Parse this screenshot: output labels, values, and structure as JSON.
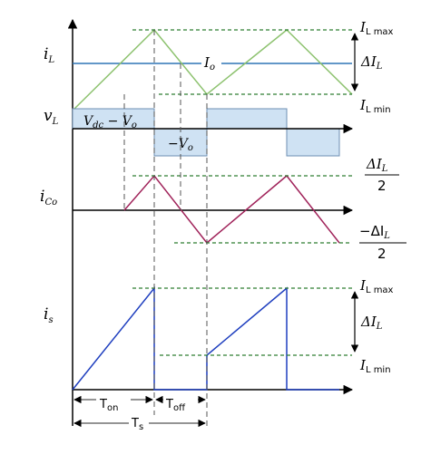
{
  "signals": {
    "i_l": {
      "main": "i",
      "sub": "L"
    },
    "v_l": {
      "main": "v",
      "sub": "L"
    },
    "i_co": {
      "main": "i",
      "sub": "Co"
    },
    "i_s": {
      "main": "i",
      "sub": "s"
    }
  },
  "levels": {
    "il_max": {
      "main": "I",
      "sub": "L max"
    },
    "il_min": {
      "main": "I",
      "sub": "L min"
    },
    "io": {
      "main": "I",
      "sub": "o"
    },
    "delta_il": {
      "main": "ΔI",
      "sub": "L"
    },
    "half_delta_pos": {
      "num_main": "ΔI",
      "num_sub": "L",
      "den": "2"
    },
    "half_delta_neg": {
      "num_main": "−ΔI",
      "num_sub": "L",
      "den": "2"
    },
    "is_max": {
      "main": "I",
      "sub": "L max"
    },
    "is_min": {
      "main": "I",
      "sub": "L min"
    },
    "is_delta": {
      "main": "ΔI",
      "sub": "L"
    }
  },
  "voltages": {
    "pos": {
      "a_main": "V",
      "a_sub": "dc",
      "minus": " − ",
      "b_main": "V",
      "b_sub": "o"
    },
    "neg": {
      "minus": "−",
      "main": "V",
      "sub": "o"
    }
  },
  "timing": {
    "t_on": {
      "main": "T",
      "sub": "on"
    },
    "t_off": {
      "main": "T",
      "sub": "off"
    },
    "t_s": {
      "main": "T",
      "sub": "s"
    }
  },
  "colors": {
    "axis": "#000000",
    "il_wave": "#8dc26f",
    "io_line": "#2e75b6",
    "vl_fill": "#cfe2f3",
    "vl_stroke": "#6d8fb3",
    "ico_wave": "#a0235a",
    "is_wave": "#1f3fbf",
    "guide": "#2e7d32",
    "dash": "#555555"
  }
}
